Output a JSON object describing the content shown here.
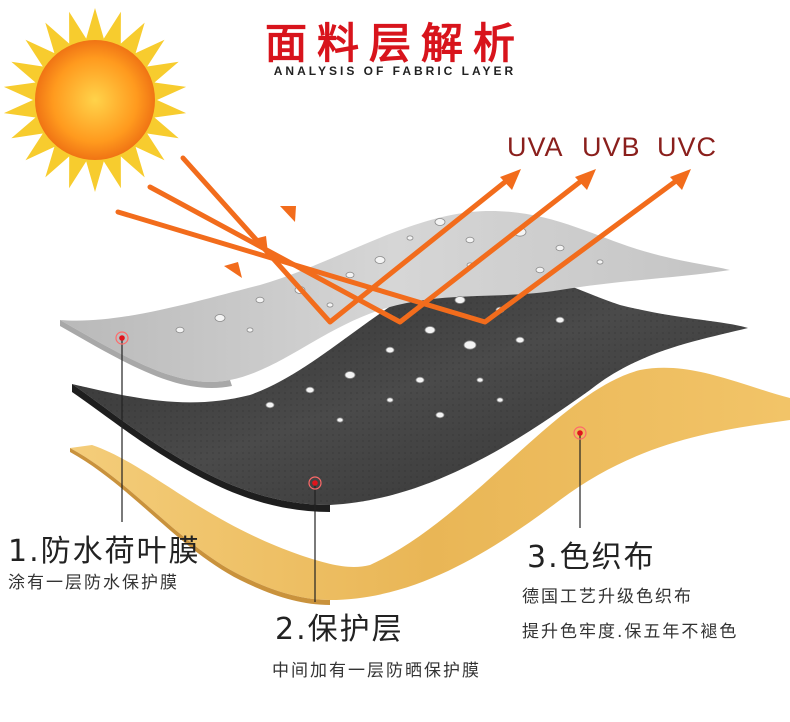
{
  "header": {
    "title": "面料层解析",
    "subtitle": "ANALYSIS OF FABRIC LAYER"
  },
  "rays": {
    "uva": "UVA",
    "uvb": "UVB",
    "uvc": "UVC"
  },
  "layers": [
    {
      "title": "1.防水荷叶膜",
      "desc": [
        "涂有一层防水保护膜"
      ]
    },
    {
      "title": "2.保护层",
      "desc": [
        "中间加有一层防晒保护膜"
      ]
    },
    {
      "title": "3.色织布",
      "desc": [
        "德国工艺升级色织布",
        "提升色牢度.保五年不褪色"
      ]
    }
  ],
  "colors": {
    "title": "#d8141c",
    "uv_text": "#8a1f1c",
    "arrow": "#f26c1c",
    "top_layer": "#c9c9c9",
    "middle_layer": "#3a3a3a",
    "bottom_layer": "#f0c164",
    "marker": "#e0141c"
  },
  "icons": {
    "sun": "sun-icon",
    "marker": "target-dot-icon"
  }
}
